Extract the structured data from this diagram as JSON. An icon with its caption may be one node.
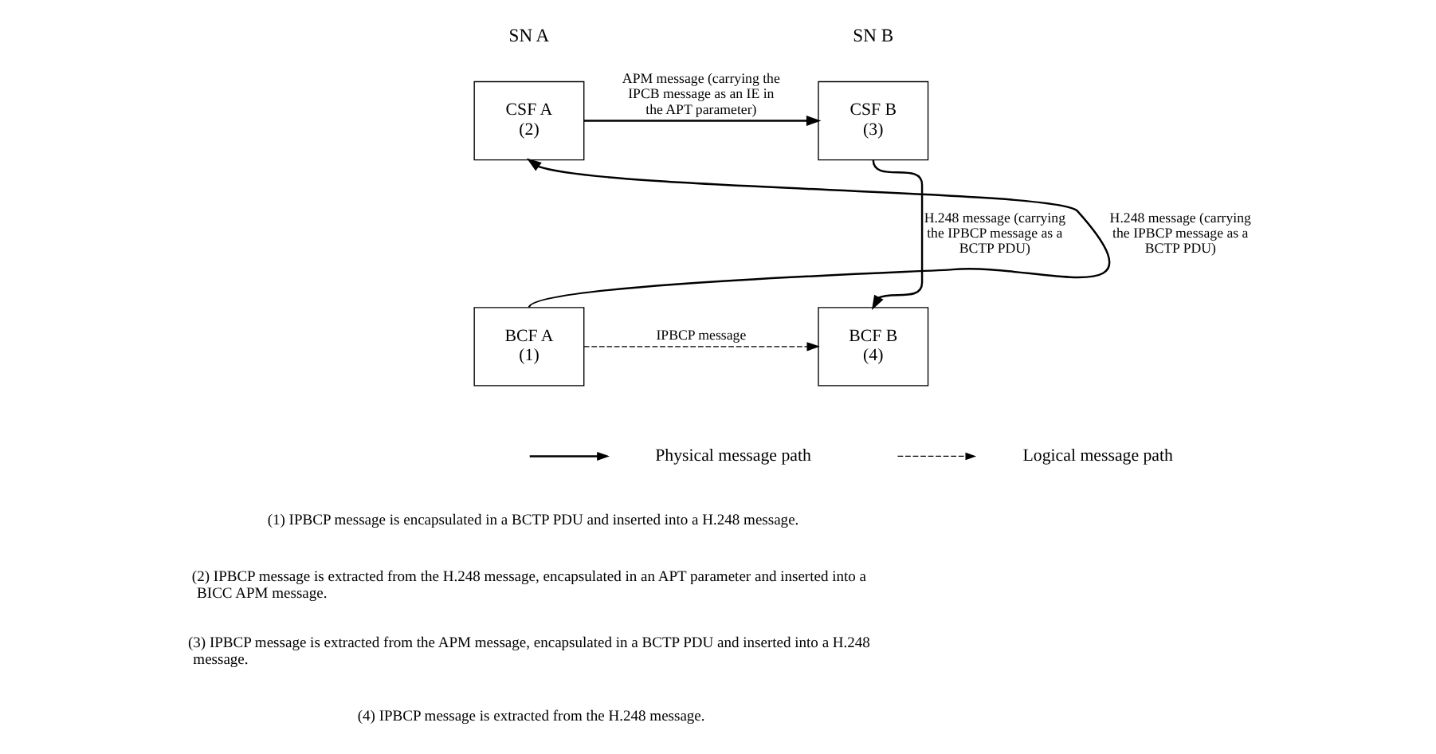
{
  "diagram": {
    "nodes": [
      {
        "text": [
          "CSF A",
          "(2)"
        ]
      },
      {
        "text": [
          "CSF B",
          "(3)"
        ]
      },
      {
        "text": [
          "BCF A",
          "(1)"
        ]
      },
      {
        "text": [
          "BCF B",
          "(4)"
        ]
      }
    ],
    "edges": [
      {
        "from": 0,
        "to": 1,
        "arrow": "to",
        "label": "APM message (carrying the IPCB message as an IE in the APT parameter)"
      },
      {
        "from": 2,
        "to": 0,
        "arrow": "to",
        "label": "H.248 message (carrying the IPBCP message as a BCTP PDU)"
      },
      {
        "from": 1,
        "to": 3,
        "arrow": "to",
        "label": "H.248 message (carrying the IPBCP message as a BCTP PDU)"
      },
      {
        "from": 2,
        "to": 3,
        "arrow": "to",
        "label": "IPBCP message",
        "style": "dashed"
      }
    ],
    "labels": [
      "SN A",
      "SN B",
      "(1) IPBCP message is encapsulated in a BCTP PDU and inserted into a H.248 message.",
      "(2) IPBCP message is extracted from the H.248 message, encapsulated in an APT parameter and inserted into a BICC APM message.",
      "(3) IPBCP message is extracted from the APM message, encapsulated in a BCTP PDU and inserted into a H.248 message.",
      "(4) IPBCP message is extracted from the H.248 message."
    ],
    "legend": [
      {
        "text": "Physical message path"
      },
      {
        "text": "Logical message path"
      }
    ]
  }
}
